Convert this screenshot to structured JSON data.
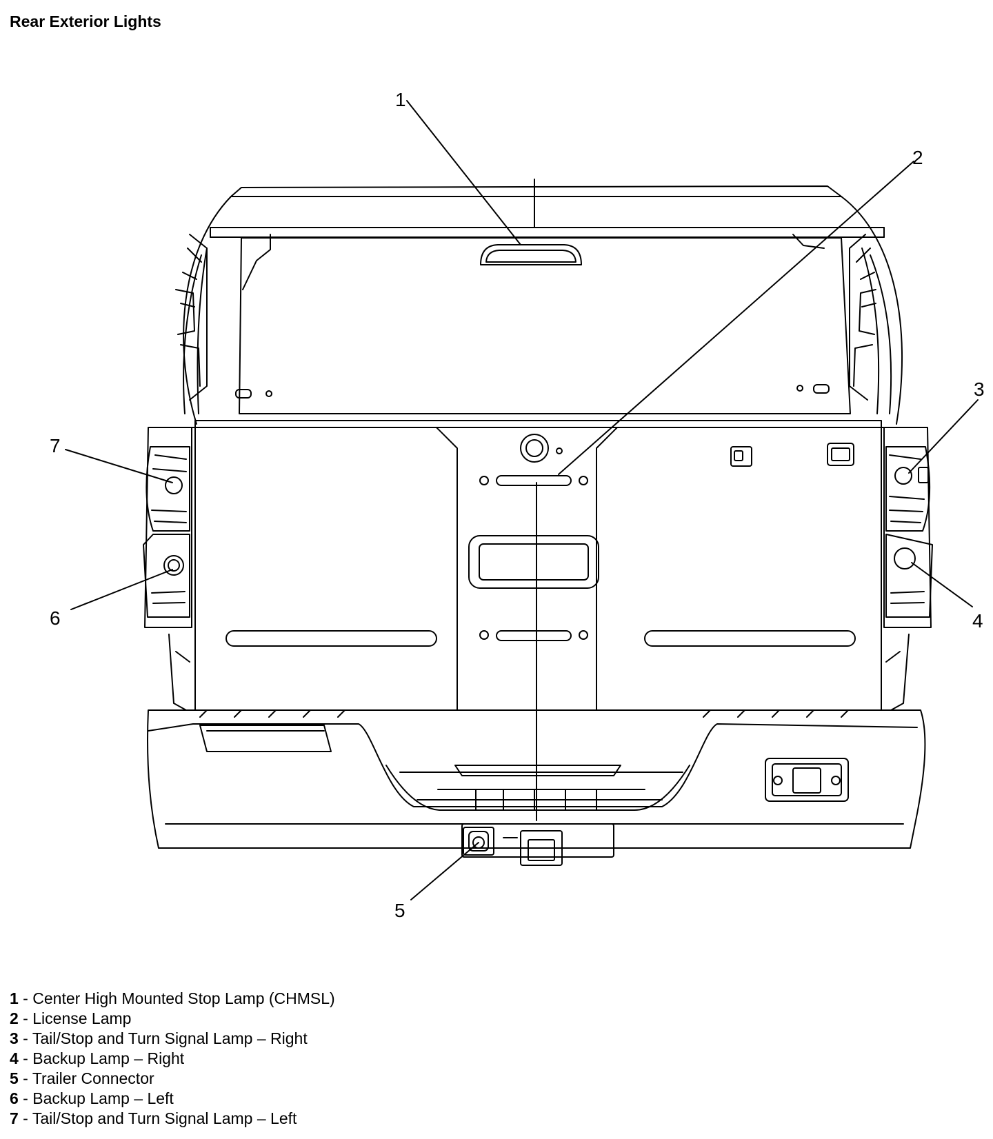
{
  "title": "Rear Exterior Lights",
  "callouts": [
    {
      "num": "1",
      "label": "Center High Mounted Stop Lamp (CHMSL)"
    },
    {
      "num": "2",
      "label": "License Lamp"
    },
    {
      "num": "3",
      "label": "Tail/Stop and Turn Signal Lamp – Right"
    },
    {
      "num": "4",
      "label": "Backup Lamp – Right"
    },
    {
      "num": "5",
      "label": "Trailer Connector"
    },
    {
      "num": "6",
      "label": "Backup Lamp – Left"
    },
    {
      "num": "7",
      "label": "Tail/Stop and Turn Signal Lamp – Left"
    }
  ],
  "legend_separator": " - "
}
